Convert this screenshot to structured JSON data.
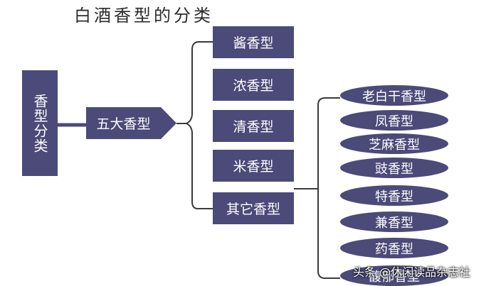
{
  "title": "白酒香型的分类",
  "root": {
    "label": "香型分类"
  },
  "level1": {
    "label": "五大香型"
  },
  "categories": [
    {
      "label": "酱香型"
    },
    {
      "label": "浓香型"
    },
    {
      "label": "清香型"
    },
    {
      "label": "米香型"
    },
    {
      "label": "其它香型"
    }
  ],
  "subtypes": [
    {
      "label": "老白干香型"
    },
    {
      "label": "凤香型"
    },
    {
      "label": "芝麻香型"
    },
    {
      "label": "豉香型"
    },
    {
      "label": "特香型"
    },
    {
      "label": "兼香型"
    },
    {
      "label": "药香型"
    },
    {
      "label": "馥郁香型"
    }
  ],
  "watermark": "头条 @休闲读品杂志社",
  "colors": {
    "box": "#4b4a78",
    "line": "#3b3b3b"
  }
}
